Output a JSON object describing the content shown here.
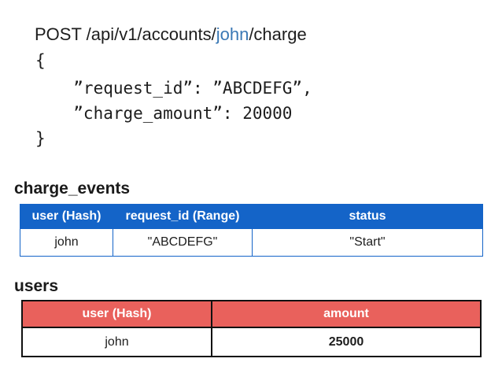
{
  "request": {
    "method_and_path_prefix": "POST /api/v1/accounts/",
    "highlighted_user": "john",
    "path_suffix": "/charge",
    "highlight_color": "#3a78b5",
    "body_lines": {
      "brace_open": "{",
      "request_id_line": "  ”request_id”: ”ABCDEFG”,",
      "charge_amount_line": "  ”charge_amount”: 20000",
      "brace_close": "}"
    }
  },
  "charge_events_table": {
    "caption": "charge_events",
    "header_color": "#1464c8",
    "columns": [
      "user (Hash)",
      "request_id (Range)",
      "status"
    ],
    "rows": [
      [
        "john",
        "\"ABCDEFG\"",
        "\"Start\""
      ]
    ]
  },
  "users_table": {
    "caption": "users",
    "header_color": "#e9615c",
    "columns": [
      "user (Hash)",
      "amount"
    ],
    "rows": [
      [
        "john",
        "25000"
      ]
    ]
  }
}
